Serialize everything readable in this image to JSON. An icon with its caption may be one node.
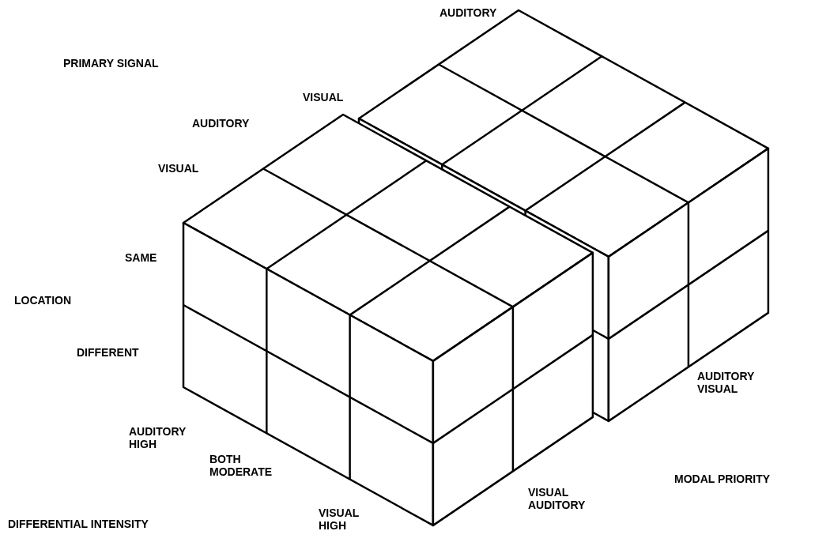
{
  "diagram": {
    "labels": [
      "AUDITORY",
      "PRIMARY SIGNAL",
      "VISUAL",
      "AUDITORY",
      "VISUAL",
      "SAME",
      "LOCATION",
      "DIFFERENT",
      "AUDITORY VISUAL",
      "AUDITORY HIGH",
      "BOTH MODERATE",
      "MODAL PRIORITY",
      "VISUAL AUDITORY",
      "DIFFERENTIAL INTENSITY",
      "VISUAL HIGH"
    ]
  }
}
